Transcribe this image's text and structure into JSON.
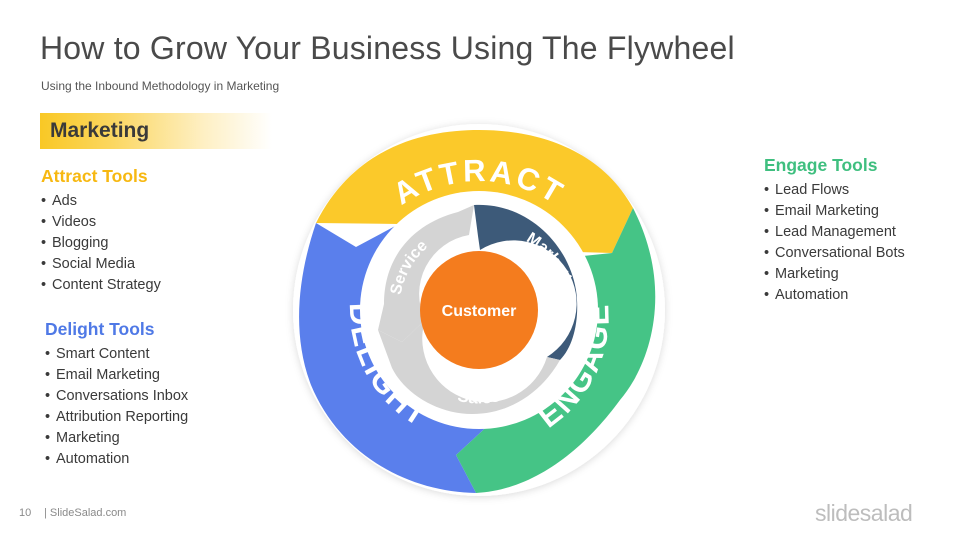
{
  "header": {
    "title": "How to Grow Your Business Using The Flywheel",
    "subtitle": "Using the Inbound  Methodology  in Marketing"
  },
  "section_tag": "Marketing",
  "attract_tools": {
    "heading": "Attract Tools",
    "items": [
      "Ads",
      "Videos",
      "Blogging",
      "Social Media",
      "Content Strategy"
    ]
  },
  "delight_tools": {
    "heading": "Delight Tools",
    "items": [
      "Smart Content",
      "Email Marketing",
      "Conversations Inbox",
      "Attribution Reporting",
      "Marketing",
      "Automation"
    ]
  },
  "engage_tools": {
    "heading": "Engage Tools",
    "items": [
      "Lead Flows",
      "Email Marketing",
      "Lead Management",
      "Conversational Bots",
      "Marketing",
      "Automation"
    ]
  },
  "flywheel": {
    "outer": {
      "attract": "ATTRACT",
      "engage": "ENGAGE",
      "delight": "DELIGHT"
    },
    "inner": {
      "service": "Service",
      "marketing": "Marketing",
      "sales": "Sales"
    },
    "hub": "Customer"
  },
  "colors": {
    "attract": "#fbc92a",
    "engage": "#45c486",
    "delight": "#5a7fec",
    "marketing_ring": "#3d5a79",
    "inner_gray": "#d4d4d4",
    "hub": "#f47c1e",
    "tag_gradient": "#f9c825"
  },
  "footer": {
    "page_number": "10",
    "site": "| SlideSalad.com",
    "brand": "slidesalad"
  }
}
